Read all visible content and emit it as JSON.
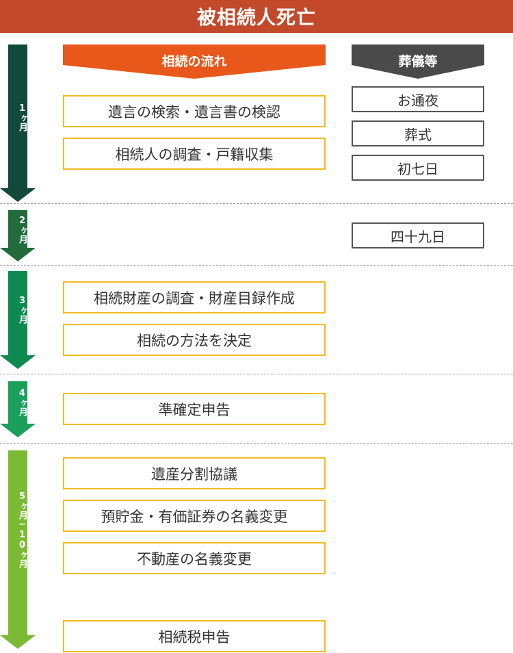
{
  "header": {
    "title": "被相続人死亡"
  },
  "banners": {
    "main": "相続の流れ",
    "side": "葬儀等"
  },
  "periods": [
    {
      "label": "1ヶ月",
      "color": "#124a3a"
    },
    {
      "label": "2ヶ月",
      "color": "#216b3c"
    },
    {
      "label": "3ヶ月",
      "color": "#0d8a50"
    },
    {
      "label": "4ヶ月",
      "color": "#1aa05a"
    },
    {
      "label": "5ヶ月~10ヶ月",
      "color": "#7cba36"
    }
  ],
  "flow_steps": [
    "遺言の検索・遺言書の検認",
    "相続人の調査・戸籍収集",
    "相続財産の調査・財産目録作成",
    "相続の方法を決定",
    "準確定申告",
    "遺産分割協議",
    "預貯金・有価証券の名義変更",
    "不動産の名義変更",
    "相続税申告"
  ],
  "funeral_steps": [
    "お通夜",
    "葬式",
    "初七日",
    "四十九日"
  ],
  "colors": {
    "header": "#c24a2a",
    "flow_banner": "#e8581a",
    "side_banner": "#4a4a4a",
    "flow_border": "#f0bb1e"
  }
}
